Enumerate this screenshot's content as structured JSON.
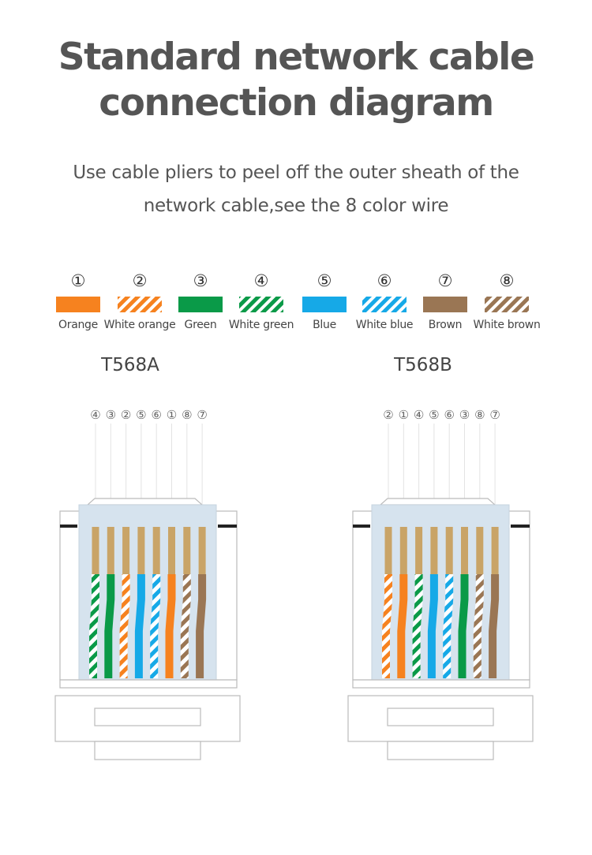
{
  "header": {
    "title_line1": "Standard network cable",
    "title_line2": "connection diagram",
    "subtitle_line1": "Use cable pliers to peel off the outer sheath of the",
    "subtitle_line2": "network cable,see the 8 color wire"
  },
  "legend": [
    {
      "number": "①",
      "label": "Orange",
      "color": "#f6821f",
      "striped": false
    },
    {
      "number": "②",
      "label": "White orange",
      "color": "#f6821f",
      "striped": true
    },
    {
      "number": "③",
      "label": "Green",
      "color": "#0a9a48",
      "striped": false
    },
    {
      "number": "④",
      "label": "White green",
      "color": "#0a9a48",
      "striped": true
    },
    {
      "number": "⑤",
      "label": "Blue",
      "color": "#16a9e7",
      "striped": false
    },
    {
      "number": "⑥",
      "label": "White blue",
      "color": "#16a9e7",
      "striped": true
    },
    {
      "number": "⑦",
      "label": "Brown",
      "color": "#9a7654",
      "striped": false
    },
    {
      "number": "⑧",
      "label": "White brown",
      "color": "#9a7654",
      "striped": true
    }
  ],
  "standards": [
    {
      "name": "T568A",
      "pin_order": [
        "④",
        "③",
        "②",
        "⑤",
        "⑥",
        "①",
        "⑧",
        "⑦"
      ],
      "wires": [
        4,
        3,
        2,
        5,
        6,
        1,
        8,
        7
      ]
    },
    {
      "name": "T568B",
      "pin_order": [
        "②",
        "①",
        "④",
        "⑤",
        "⑥",
        "③",
        "⑧",
        "⑦"
      ],
      "wires": [
        2,
        1,
        4,
        5,
        6,
        3,
        8,
        7
      ]
    }
  ],
  "colors": {
    "gold_contact": "#c9a467",
    "housing_stroke": "#bbbbbb",
    "inner_panel": "#d6e3ee"
  }
}
